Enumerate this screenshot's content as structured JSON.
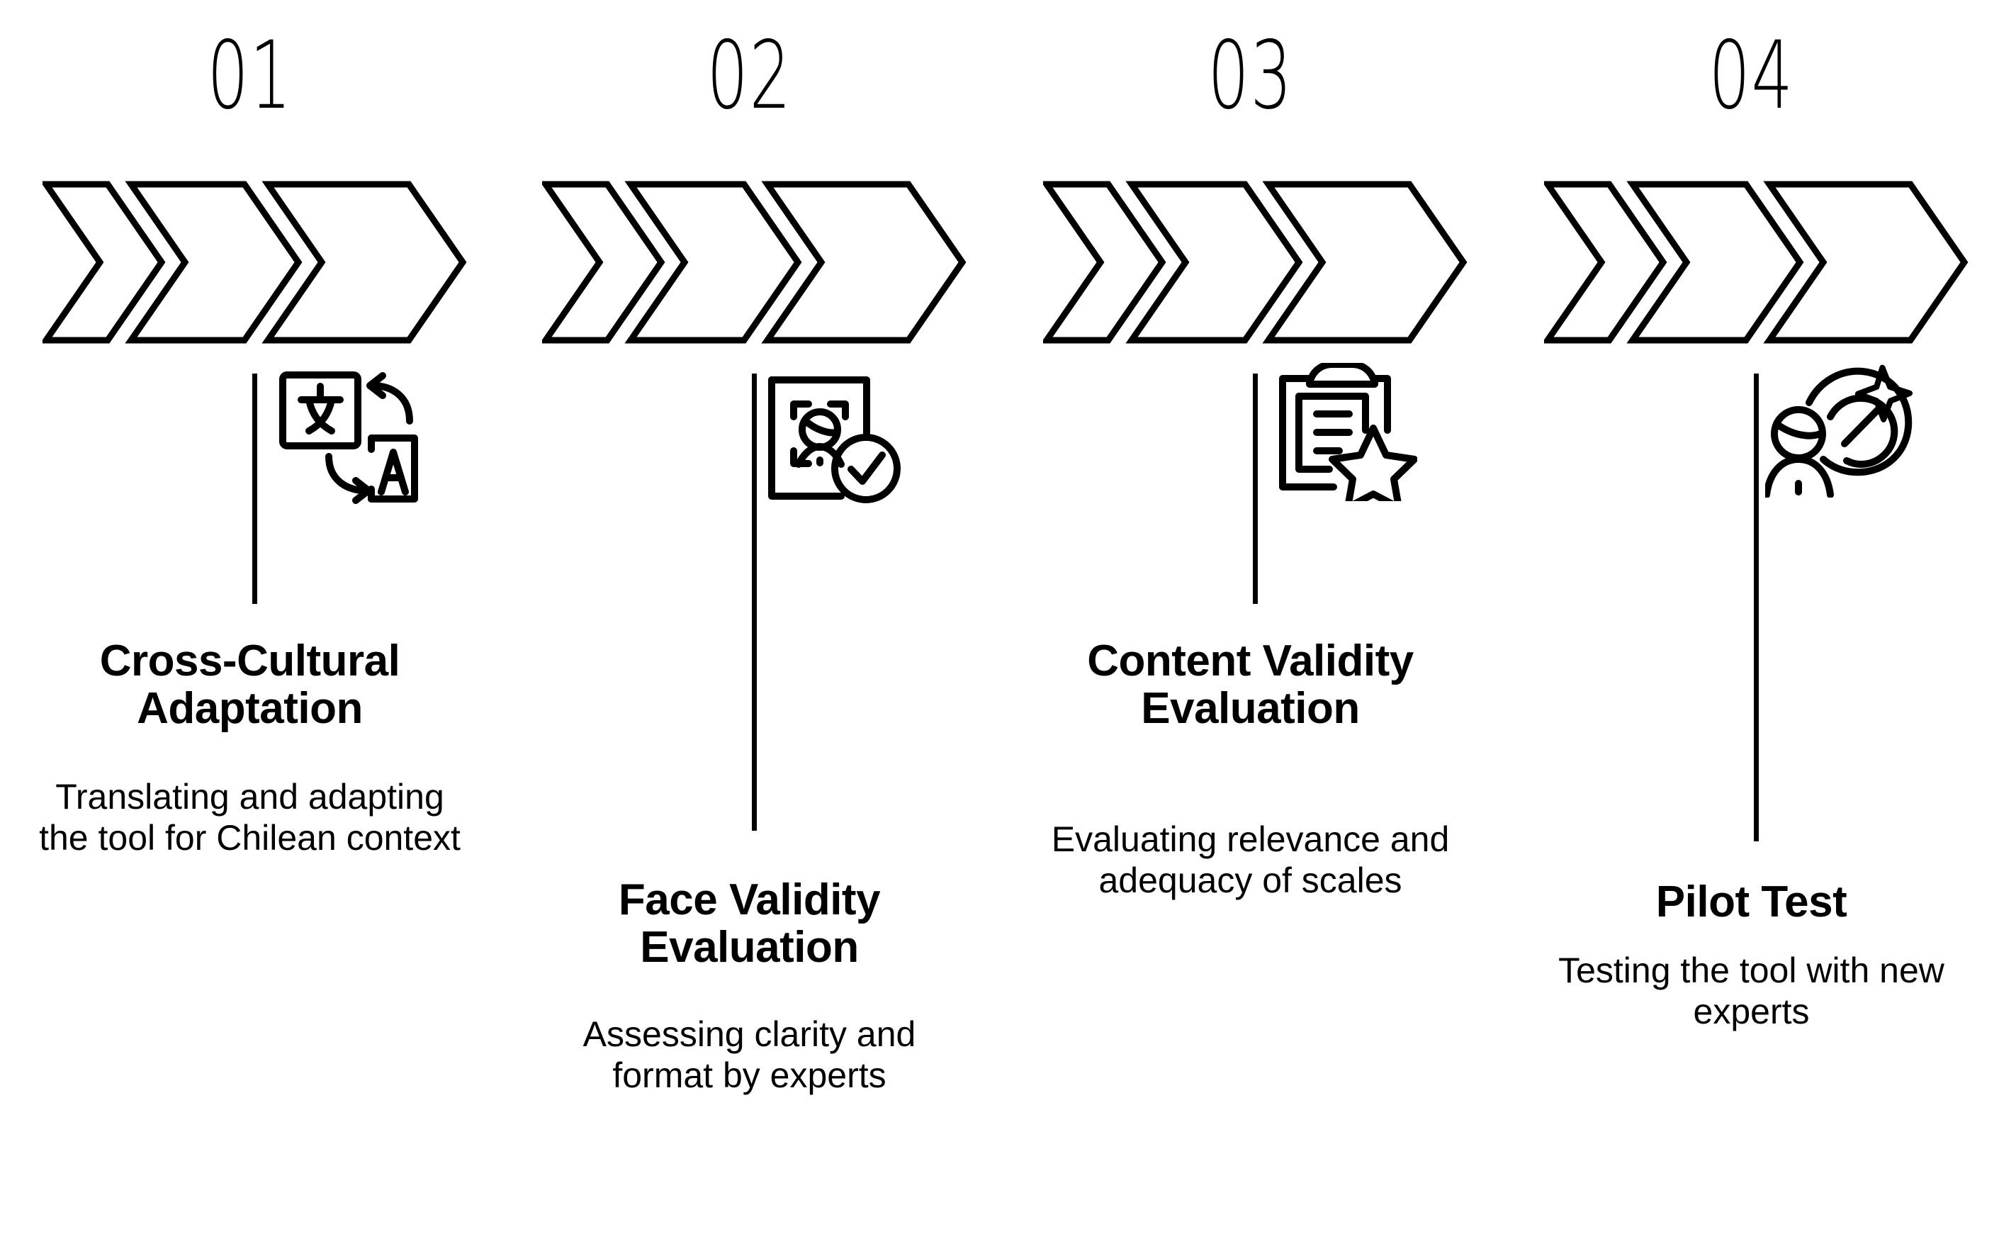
{
  "diagram": {
    "title_text": "Instrument validation process stages",
    "orientation": "horizontal-4-step",
    "background_color": "#FFFFFF",
    "stroke_color": "#000000"
  },
  "steps": [
    {
      "number": "01",
      "title": "Cross-Cultural Adaptation",
      "description": "Translating and adapting the tool for Chilean context",
      "icon_name": "translate-icon",
      "icon_label": "translate",
      "chevron_count": 3
    },
    {
      "number": "02",
      "title": "Face Validity Evaluation",
      "description": "Assessing clarity and format by experts",
      "icon_name": "face-scan-check-icon",
      "icon_label": "face-scan-check",
      "chevron_count": 3
    },
    {
      "number": "03",
      "title": "Content Validity Evaluation",
      "description": "Evaluating relevance and adequacy of scales",
      "icon_name": "clipboard-star-icon",
      "icon_label": "clipboard-star",
      "chevron_count": 3
    },
    {
      "number": "04",
      "title": "Pilot Test",
      "description": "Testing the tool with new experts",
      "icon_name": "person-target-sparkle-icon",
      "icon_label": "person-target-sparkle",
      "chevron_count": 3
    }
  ]
}
